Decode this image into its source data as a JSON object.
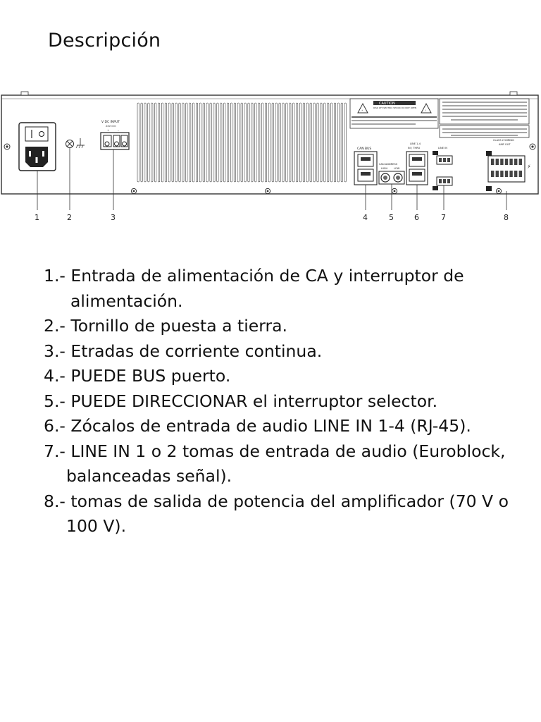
{
  "title": "Descripción",
  "panel": {
    "labels": {
      "vdc_input": "V DC INPUT",
      "vdc_value": "24V ═══",
      "can_bus": "CAN BUS",
      "can_address": "CAN ADDRESS",
      "high": "HIGH",
      "low": "LOW",
      "line_1_4": "LINE 1-4",
      "in_thru": "IN / THRU",
      "line_in": "LINE IN",
      "class2": "CLASS 2 WIRING",
      "amp_out": "AMP OUT",
      "caution": "CAUTION",
      "caution_sub": "RISK OF ELECTRIC SHOCK DO NOT OPEN"
    },
    "callouts": [
      "1",
      "2",
      "3",
      "4",
      "5",
      "6",
      "7",
      "8"
    ]
  },
  "items": [
    {
      "lines": [
        "1.- Entrada de alimentación de CA y interruptor de",
        "alimentación."
      ]
    },
    {
      "lines": [
        "2.- Tornillo de puesta a tierra."
      ]
    },
    {
      "lines": [
        "3.- Etradas de corriente continua."
      ]
    },
    {
      "lines": [
        "4.- PUEDE BUS puerto."
      ]
    },
    {
      "lines": [
        "5.- PUEDE DIRECCIONAR el interruptor selector."
      ]
    },
    {
      "lines": [
        "6.- Zócalos de entrada de audio LINE IN 1-4 (RJ-45)."
      ]
    },
    {
      "lines": [
        "7.- LINE IN 1 o 2 tomas de entrada de audio (Euroblock,",
        "balanceadas señal)."
      ]
    },
    {
      "lines": [
        "8.- tomas de salida de potencia del amplificador (70 V o",
        "100 V)."
      ]
    }
  ]
}
